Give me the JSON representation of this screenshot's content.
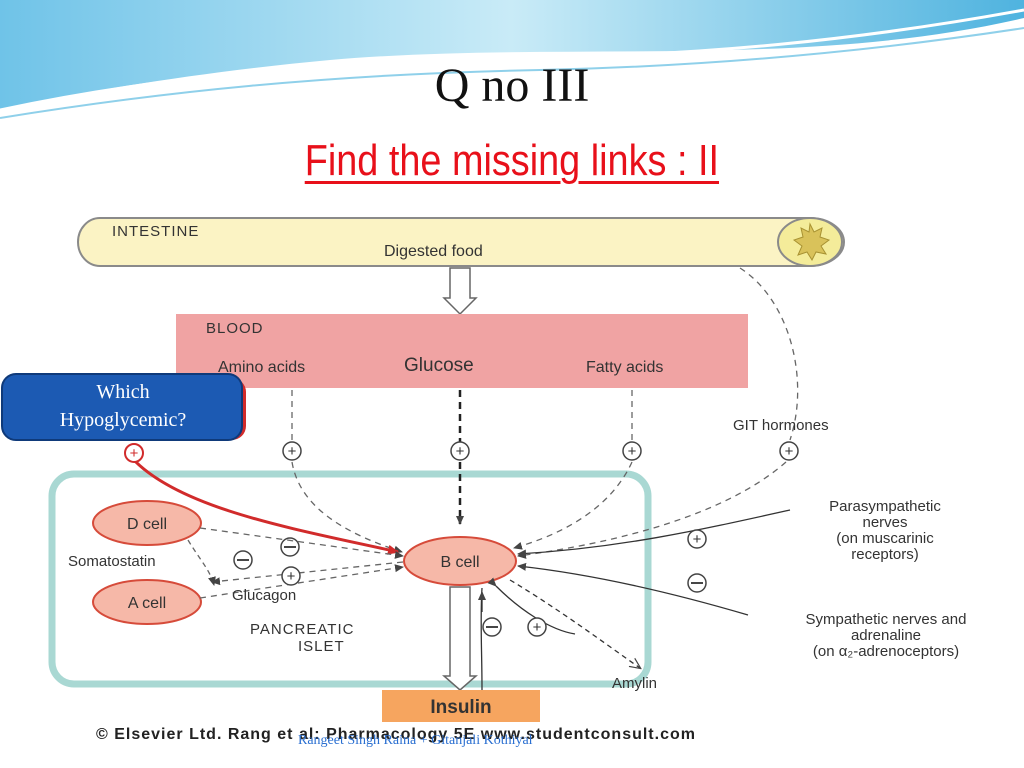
{
  "slide": {
    "title": "Q no III",
    "subtitle": "Find the missing links :  II",
    "callout": {
      "line1": "Which",
      "line2": "Hypoglycemic?"
    },
    "footer_credit": "© Elsevier Ltd. Rang et al: Pharmacology 5E www.studentconsult.com",
    "footer_authors": "Rangeet Singh Raina + Gitanjali Kothiyal"
  },
  "diagram": {
    "intestine_label": "INTESTINE",
    "digested_food": "Digested food",
    "blood_label": "BLOOD",
    "amino_acids": "Amino acids",
    "glucose": "Glucose",
    "fatty_acids": "Fatty acids",
    "git_hormones": "GIT hormones",
    "d_cell": "D cell",
    "a_cell": "A cell",
    "b_cell": "B cell",
    "somatostatin": "Somatostatin",
    "glucagon": "Glucagon",
    "pancreatic_line1": "PANCREATIC",
    "pancreatic_line2": "ISLET",
    "para_line1": "Parasympathetic",
    "para_line2": "nerves",
    "para_line3": "(on muscarinic",
    "para_line4": "receptors)",
    "symp_line1": "Sympathetic nerves and",
    "symp_line2": "adrenaline",
    "symp_line3": "(on α₂-adrenoceptors)",
    "amylin": "Amylin",
    "insulin": "Insulin",
    "plus": "+",
    "minus": "−"
  },
  "colors": {
    "title_red": "#e8101a",
    "blood_pink": "#f0a3a3",
    "intestine_yellow": "#fbf3c4",
    "islet_teal": "#a9d8d3",
    "cell_fill": "#f6b8a8",
    "cell_stroke": "#d64b3a",
    "insulin_orange": "#f6a55f",
    "callout_blue": "#1c5ab3",
    "arrow_red": "#d12b2b"
  }
}
